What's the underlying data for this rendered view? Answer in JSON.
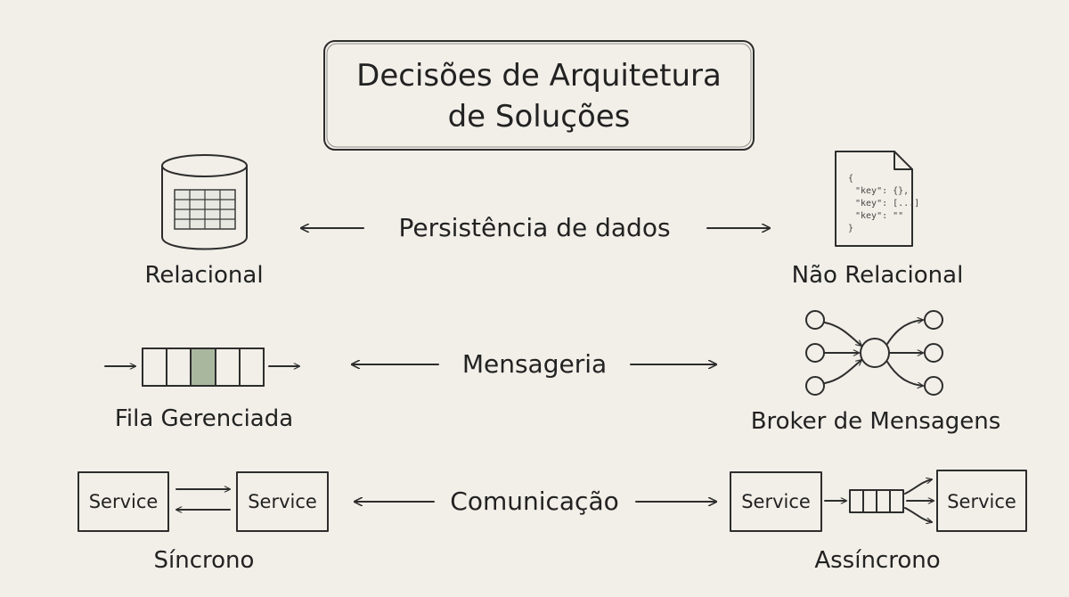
{
  "title": {
    "line1": "Decisões de Arquitetura",
    "line2": "de Soluções"
  },
  "rows": [
    {
      "center": "Persistência de dados",
      "left": "Relacional",
      "right": "Não Relacional"
    },
    {
      "center": "Mensageria",
      "left": "Fila Gerenciada",
      "right": "Broker de Mensagens"
    },
    {
      "center": "Comunicação",
      "left": "Síncrono",
      "right": "Assíncrono"
    }
  ],
  "service_label": "Service",
  "json_doc": {
    "open": "{",
    "line1": "\"key\": {},",
    "line2": "\"key\": [...]",
    "line3": "\"key\": \"\"",
    "close": "}"
  },
  "colors": {
    "background": "#f1efe8",
    "blue_gray": "#aab6c4",
    "sage": "#a9b79f",
    "sand": "#e4d7bd",
    "paper": "#ebe4d2",
    "ink": "#2d2d2d"
  },
  "icons": [
    "database-icon",
    "json-document-icon",
    "queue-icon",
    "broker-graph-icon",
    "service-box-icon"
  ]
}
